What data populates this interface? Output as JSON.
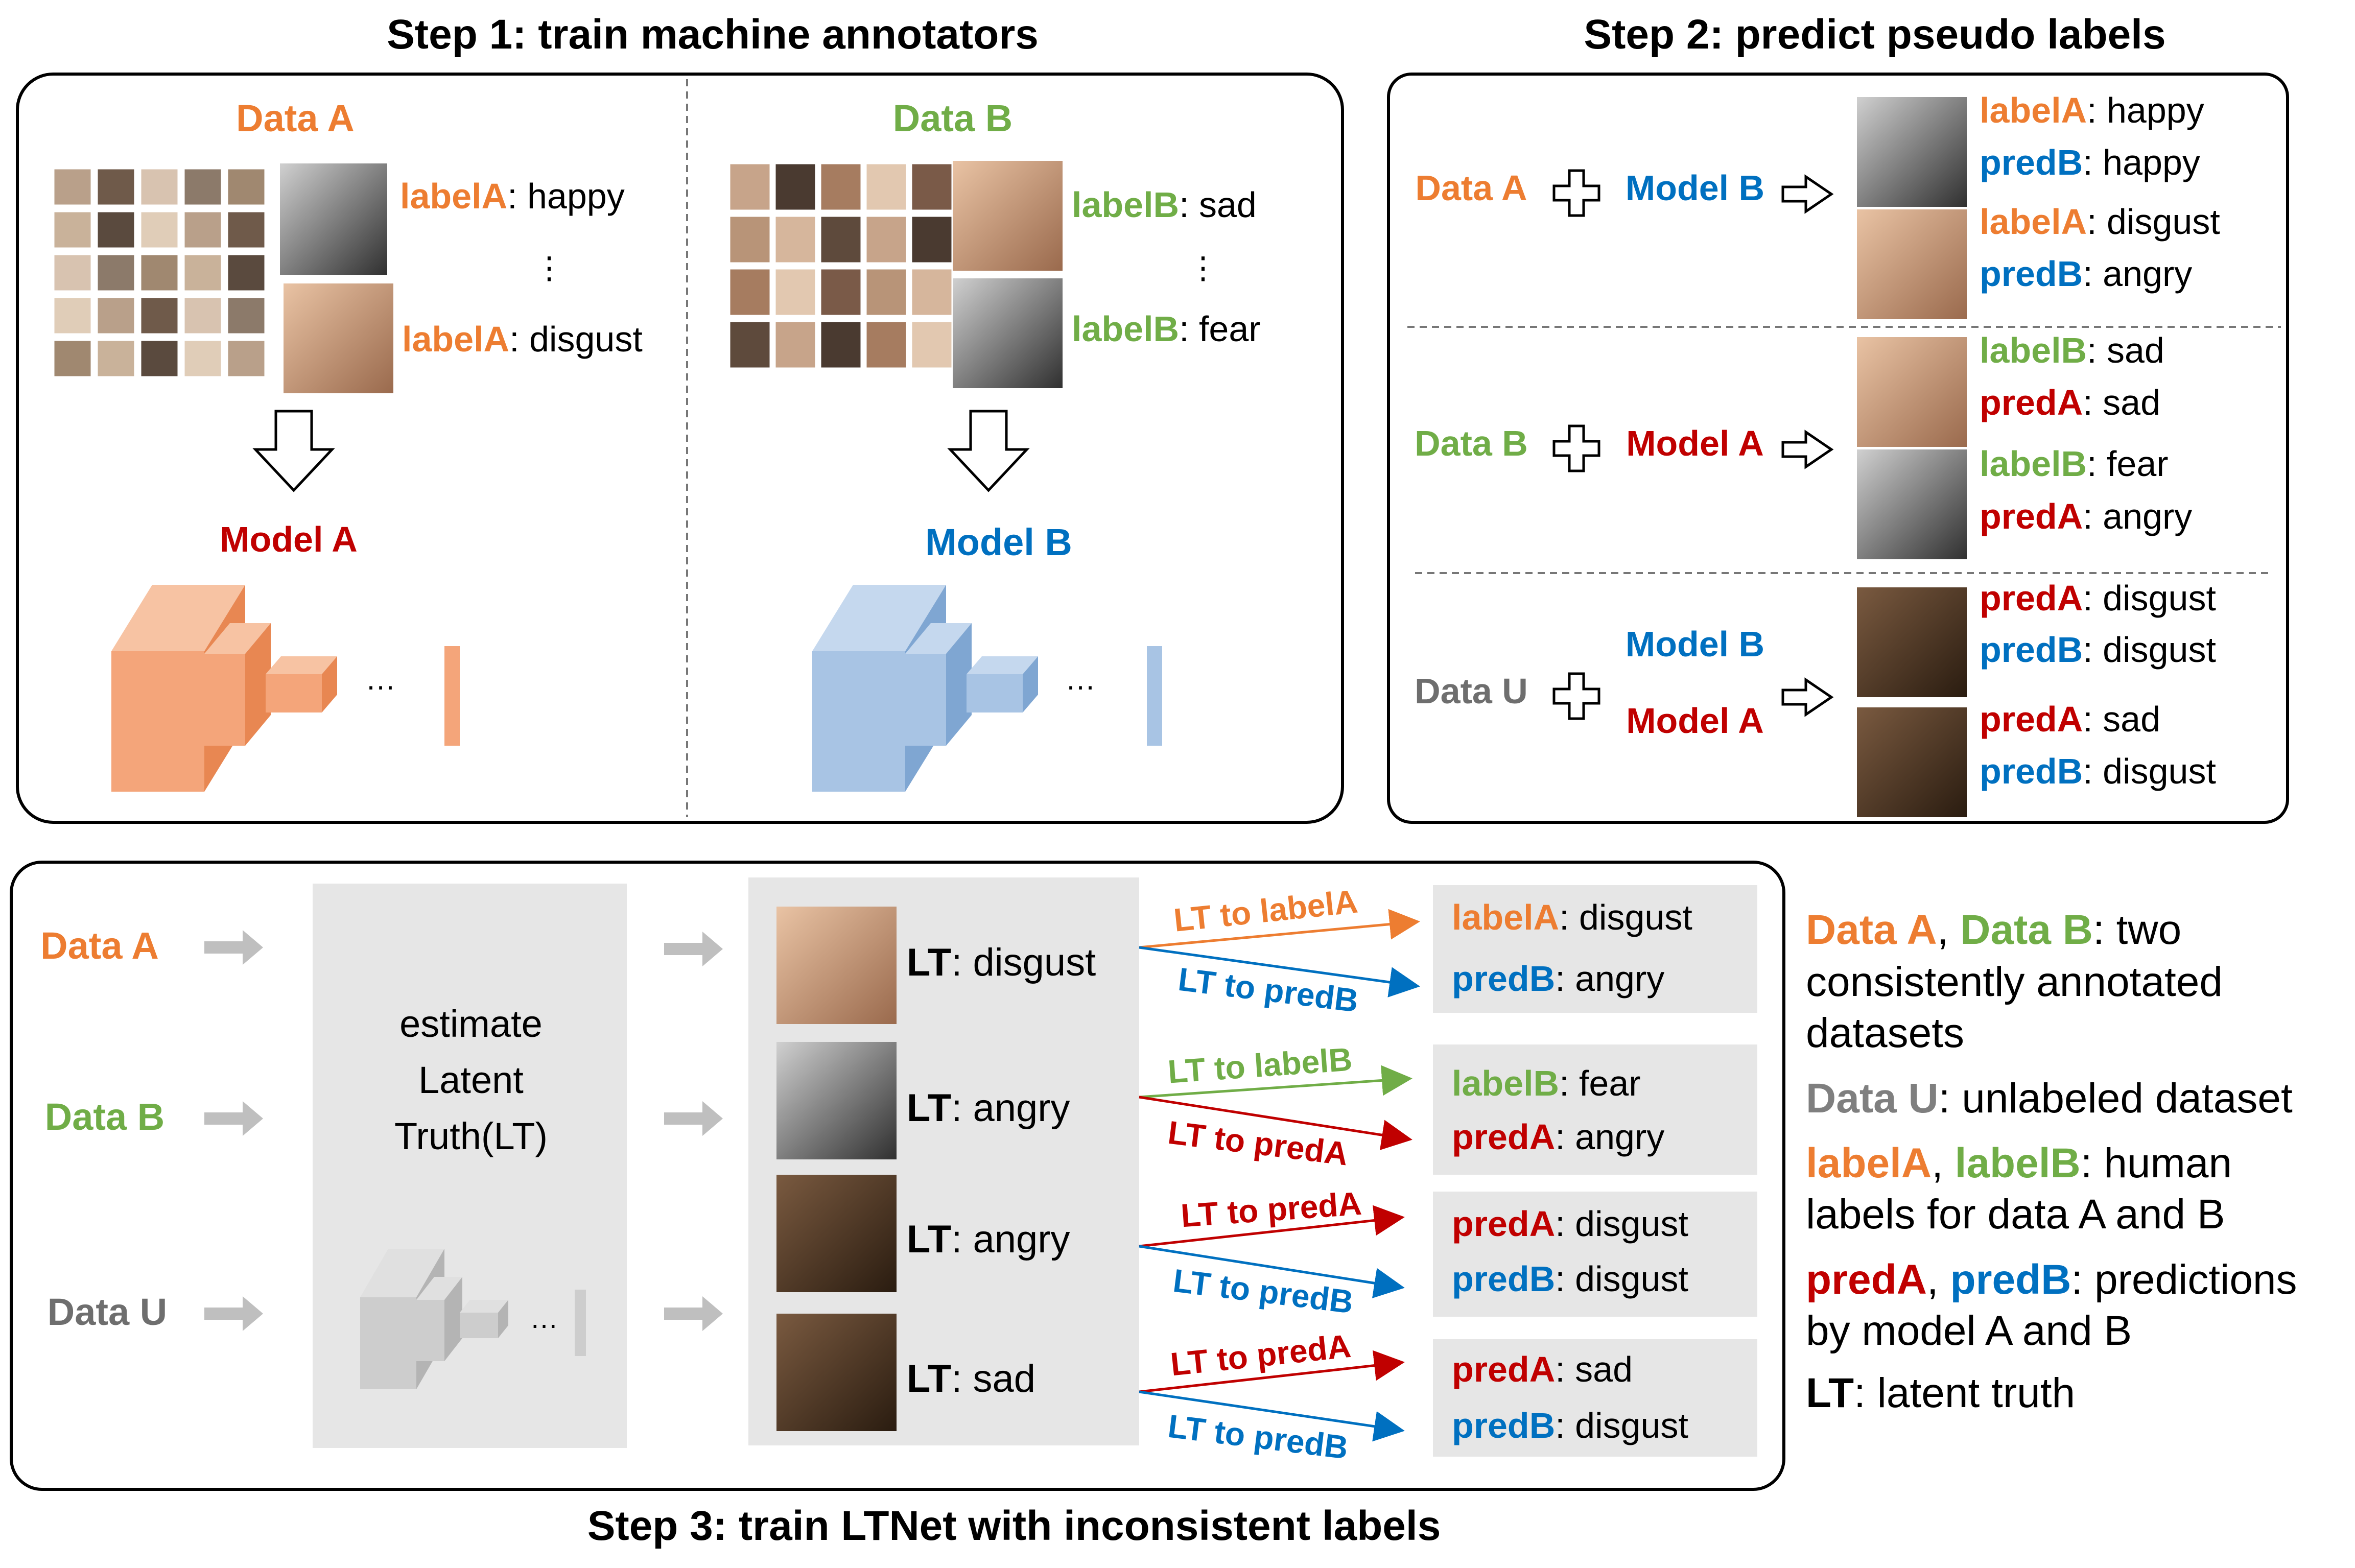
{
  "colors": {
    "orange": "#ED7D31",
    "green": "#70AD47",
    "blue": "#0070C0",
    "red": "#C00000",
    "gray": "#6E6E6E",
    "black": "#000000",
    "panel_gray": "#E6E6E6",
    "arrow_gray": "#BFBFBF"
  },
  "step1": {
    "title": "Step 1: train machine annotators",
    "data_a": {
      "title": "Data  A",
      "label1_key": "labelA",
      "label1_val": ": happy",
      "label2_key": "labelA",
      "label2_val": ": disgust",
      "ellipsis": "⋮",
      "model": "Model A",
      "dots": "…"
    },
    "data_b": {
      "title": "Data  B",
      "label1_key": "labelB",
      "label1_val": ": sad",
      "label2_key": "labelB",
      "label2_val": ": fear",
      "ellipsis": "⋮",
      "model": "Model B",
      "dots": "…"
    }
  },
  "step2": {
    "title": "Step 2: predict pseudo labels",
    "rows": [
      {
        "data": "Data A",
        "models": [
          "Model B"
        ],
        "items": [
          [
            {
              "key": "labelA",
              "val": ": happy",
              "color": "orange"
            },
            {
              "key": "predB",
              "val": ": happy",
              "color": "blue"
            }
          ],
          [
            {
              "key": "labelA",
              "val": ": disgust",
              "color": "orange"
            },
            {
              "key": "predB",
              "val": ": angry",
              "color": "blue"
            }
          ]
        ]
      },
      {
        "data": "Data B",
        "models": [
          "Model A"
        ],
        "items": [
          [
            {
              "key": "labelB",
              "val": ": sad",
              "color": "green"
            },
            {
              "key": "predA",
              "val": ": sad",
              "color": "red"
            }
          ],
          [
            {
              "key": "labelB",
              "val": ": fear",
              "color": "green"
            },
            {
              "key": "predA",
              "val": ": angry",
              "color": "red"
            }
          ]
        ]
      },
      {
        "data": "Data U",
        "models": [
          "Model B",
          "Model A"
        ],
        "items": [
          [
            {
              "key": "predA",
              "val": ": disgust",
              "color": "red"
            },
            {
              "key": "predB",
              "val": ": disgust",
              "color": "blue"
            }
          ],
          [
            {
              "key": "predA",
              "val": ": sad",
              "color": "red"
            },
            {
              "key": "predB",
              "val": ": disgust",
              "color": "blue"
            }
          ]
        ]
      }
    ]
  },
  "step3": {
    "title": "Step 3: train LTNet with inconsistent labels",
    "inputs": [
      "Data  A",
      "Data B",
      "Data U"
    ],
    "estimate": [
      "estimate",
      "Latent",
      "Truth(LT)"
    ],
    "dots": "…",
    "rows": [
      {
        "lt_key": "LT",
        "lt_val": ": disgust",
        "edges": [
          {
            "text": "LT to labelA",
            "color": "orange"
          },
          {
            "text": "LT to predB",
            "color": "blue"
          }
        ],
        "labels": [
          {
            "key": "labelA",
            "val": ": disgust",
            "color": "orange"
          },
          {
            "key": "predB",
            "val": ": angry",
            "color": "blue"
          }
        ]
      },
      {
        "lt_key": "LT",
        "lt_val": ": angry",
        "edges": [
          {
            "text": "LT to labelB",
            "color": "green"
          },
          {
            "text": "LT to predA",
            "color": "red"
          }
        ],
        "labels": [
          {
            "key": "labelB",
            "val": ": fear",
            "color": "green"
          },
          {
            "key": "predA",
            "val": ": angry",
            "color": "red"
          }
        ]
      },
      {
        "lt_key": "LT",
        "lt_val": ": angry",
        "edges": [
          {
            "text": "LT to predA",
            "color": "red"
          },
          {
            "text": "LT to predB",
            "color": "blue"
          }
        ],
        "labels": [
          {
            "key": "predA",
            "val": ": disgust",
            "color": "red"
          },
          {
            "key": "predB",
            "val": ": disgust",
            "color": "blue"
          }
        ]
      },
      {
        "lt_key": "LT",
        "lt_val": ": sad",
        "edges": [
          {
            "text": "LT to predA",
            "color": "red"
          },
          {
            "text": "LT to predB",
            "color": "blue"
          }
        ],
        "labels": [
          {
            "key": "predA",
            "val": ": sad",
            "color": "red"
          },
          {
            "key": "predB",
            "val": ": disgust",
            "color": "blue"
          }
        ]
      }
    ]
  },
  "legend": {
    "l1_a": "Data  A",
    "l1_sep": ", ",
    "l1_b": "Data B",
    "l1_rest": ": two",
    "l2": "consistently annotated",
    "l3": "datasets",
    "l4_a": "Data U",
    "l4_rest": ": unlabeled dataset",
    "l5_a": "labelA",
    "l5_sep": ", ",
    "l5_b": "labelB",
    "l5_rest": ": human",
    "l6": "labels for data A and B",
    "l7_a": "predA",
    "l7_sep": ", ",
    "l7_b": "predB",
    "l7_rest": ": predictions",
    "l8": "by model A and B",
    "l9_a": "LT",
    "l9_rest": ": latent truth"
  }
}
